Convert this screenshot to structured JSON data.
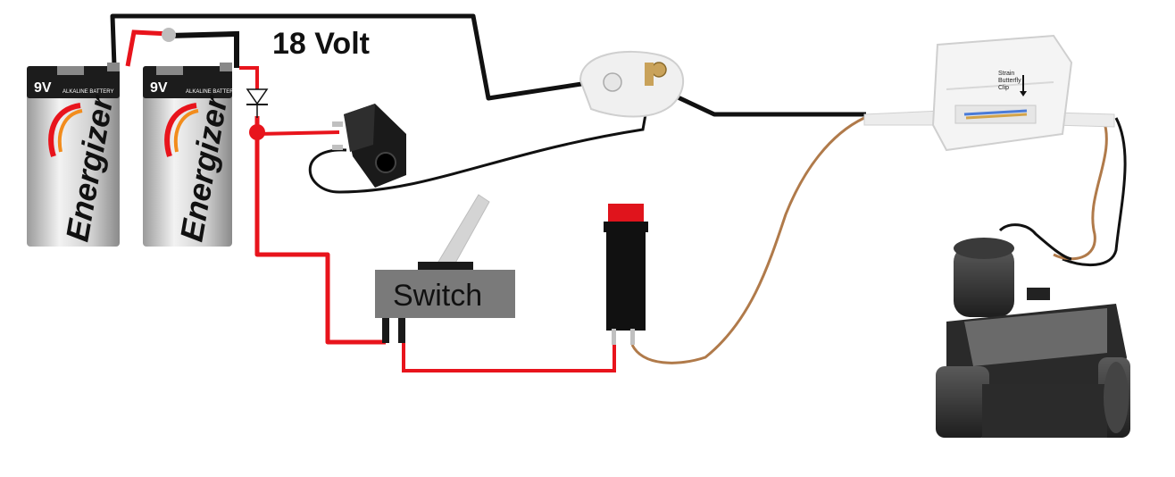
{
  "diagram": {
    "voltage_label": "18 Volt",
    "switch_label": "Switch",
    "batteries": [
      {
        "voltage": "9V",
        "brand": "Energizer",
        "type": "ALKALINE BATTERY"
      },
      {
        "voltage": "9V",
        "brand": "Energizer",
        "type": "ALKALINE BATTERY"
      }
    ],
    "junction_box_text": [
      "Strain",
      "Butterfly",
      "Clip"
    ],
    "colors": {
      "positive_wire": "#e8141c",
      "negative_wire": "#111111",
      "valve_wire": "#b07a4a",
      "switch_body": "#7a7a7a",
      "button_cap": "#e0141c"
    }
  }
}
